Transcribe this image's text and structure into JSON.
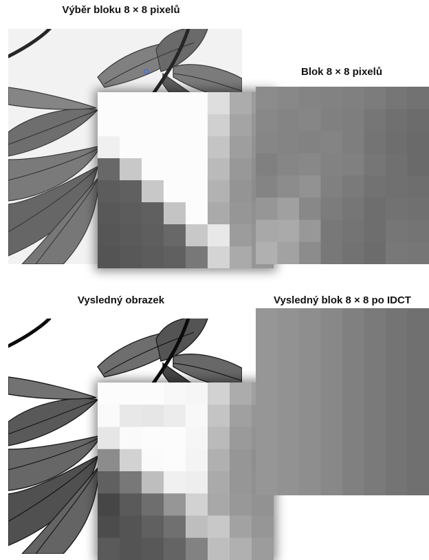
{
  "titles": {
    "selection": "Výběr bloku 8 × 8 pixelů",
    "block": "Blok 8 × 8 pixelů",
    "result_image": "Vysledný obrazek",
    "result_block": "Vysledný blok 8 × 8 po IDCT"
  },
  "grids": {
    "block_top": [
      [
        140,
        136,
        132,
        130,
        128,
        124,
        118,
        114
      ],
      [
        136,
        132,
        134,
        128,
        126,
        118,
        112,
        108
      ],
      [
        134,
        132,
        130,
        132,
        126,
        116,
        110,
        106
      ],
      [
        128,
        134,
        136,
        130,
        128,
        118,
        112,
        106
      ],
      [
        132,
        140,
        146,
        128,
        122,
        114,
        112,
        110
      ],
      [
        150,
        160,
        136,
        124,
        118,
        110,
        114,
        112
      ],
      [
        168,
        170,
        152,
        120,
        116,
        110,
        118,
        116
      ],
      [
        176,
        162,
        140,
        120,
        114,
        108,
        120,
        118
      ]
    ],
    "block_bottom_columns": [
      150,
      146,
      142,
      136,
      128,
      122,
      116,
      112
    ],
    "zoom_top": [
      [
        252,
        252,
        252,
        252,
        252,
        222,
        172,
        156
      ],
      [
        252,
        252,
        252,
        252,
        252,
        208,
        164,
        150
      ],
      [
        240,
        252,
        252,
        252,
        252,
        196,
        158,
        146
      ],
      [
        104,
        200,
        252,
        252,
        252,
        186,
        152,
        142
      ],
      [
        92,
        96,
        200,
        252,
        252,
        178,
        148,
        140
      ],
      [
        88,
        92,
        96,
        196,
        252,
        170,
        150,
        144
      ],
      [
        86,
        90,
        94,
        104,
        200,
        232,
        156,
        148
      ],
      [
        84,
        88,
        92,
        96,
        120,
        212,
        170,
        150
      ]
    ],
    "zoom_bottom": [
      [
        252,
        252,
        252,
        248,
        246,
        210,
        172,
        160
      ],
      [
        250,
        232,
        230,
        236,
        248,
        196,
        160,
        150
      ],
      [
        230,
        250,
        252,
        252,
        246,
        186,
        154,
        146
      ],
      [
        140,
        210,
        250,
        252,
        244,
        176,
        150,
        142
      ],
      [
        96,
        120,
        190,
        240,
        238,
        170,
        150,
        144
      ],
      [
        70,
        90,
        110,
        150,
        210,
        168,
        152,
        146
      ],
      [
        76,
        84,
        96,
        112,
        190,
        200,
        162,
        150
      ],
      [
        90,
        84,
        88,
        100,
        130,
        190,
        176,
        156
      ]
    ]
  },
  "colors": {
    "photo_bg": "#f2f2f2",
    "leaf_dark": "#5a5a5a",
    "leaf_mid": "#8a8a8a",
    "stem": "#2a2a2a",
    "marker": "#4a6fd8"
  }
}
